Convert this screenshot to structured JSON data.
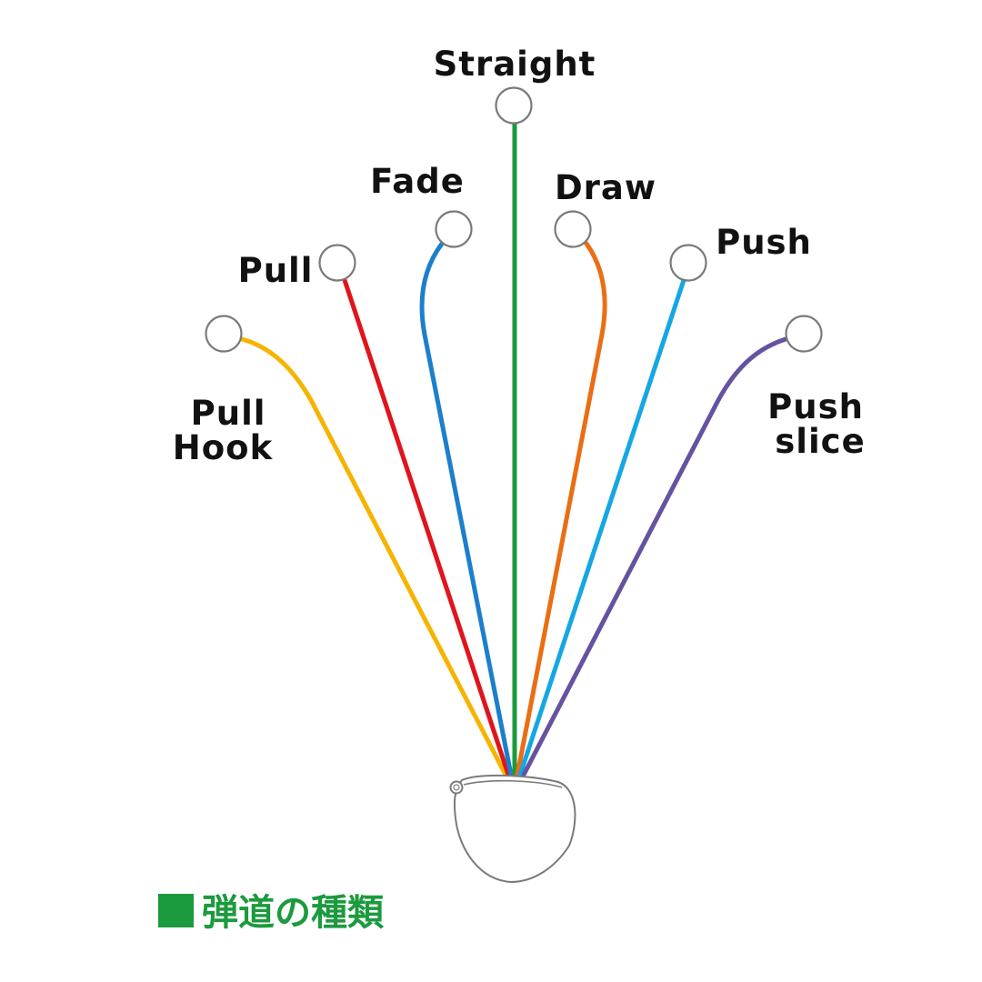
{
  "caption": {
    "marker": "■",
    "text": "弾道の種類",
    "color": "#1b9a3e"
  },
  "shots": [
    {
      "id": "straight",
      "label": [
        "Straight"
      ],
      "color": "#1a9a3c"
    },
    {
      "id": "fade",
      "label": [
        "Fade"
      ],
      "color": "#1c7fcb"
    },
    {
      "id": "draw",
      "label": [
        "Draw"
      ],
      "color": "#ea6e13"
    },
    {
      "id": "pull",
      "label": [
        "Pull"
      ],
      "color": "#e0141c"
    },
    {
      "id": "push",
      "label": [
        "Push"
      ],
      "color": "#15a7e3"
    },
    {
      "id": "pull-hook",
      "label": [
        "Pull",
        "Hook"
      ],
      "color": "#f6b400"
    },
    {
      "id": "push-slice",
      "label": [
        "Push",
        "slice"
      ],
      "color": "#66539f"
    }
  ],
  "icons": {
    "club_head": "golf-club-head-icon",
    "ball": "golf-ball-icon"
  }
}
